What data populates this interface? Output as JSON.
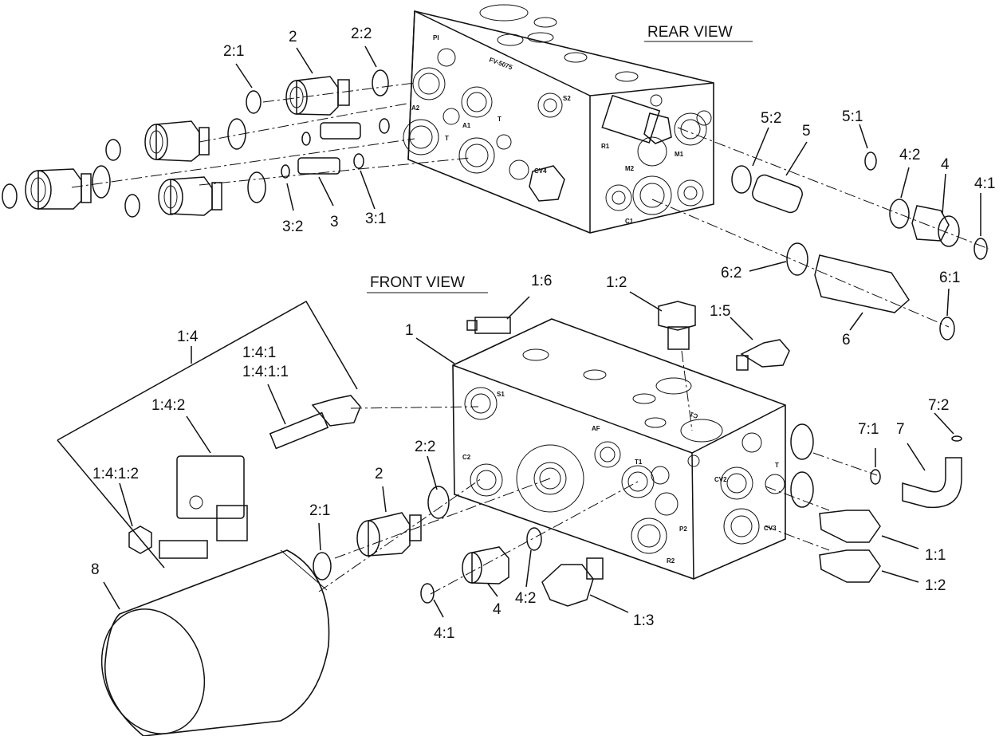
{
  "views": {
    "rear": "REAR VIEW",
    "front": "FRONT VIEW"
  },
  "block_markings": {
    "rear": [
      "PI",
      "FV-5075",
      "A2",
      "A1",
      "T",
      "T",
      "S2",
      "CV4",
      "R1",
      "M2",
      "M1",
      "C1"
    ],
    "front": [
      "S1",
      "C2",
      "AF",
      "T1",
      "P2",
      "R2",
      "C1",
      "CV2",
      "CV3",
      "T"
    ]
  },
  "callouts": [
    "2:1",
    "2",
    "2:2",
    "3:2",
    "3",
    "3:1",
    "5:2",
    "5",
    "5:1",
    "4:2",
    "4",
    "4:1",
    "6:2",
    "6",
    "6:1",
    "1:6",
    "1:2",
    "1:5",
    "1",
    "1:4",
    "1:4:1",
    "1:4:1:1",
    "1:4:2",
    "1:4:1:2",
    "2:2",
    "2",
    "2:1",
    "8",
    "4:1",
    "4",
    "4:2",
    "1:3",
    "7:1",
    "7",
    "7:2",
    "1:1",
    "1:2"
  ]
}
